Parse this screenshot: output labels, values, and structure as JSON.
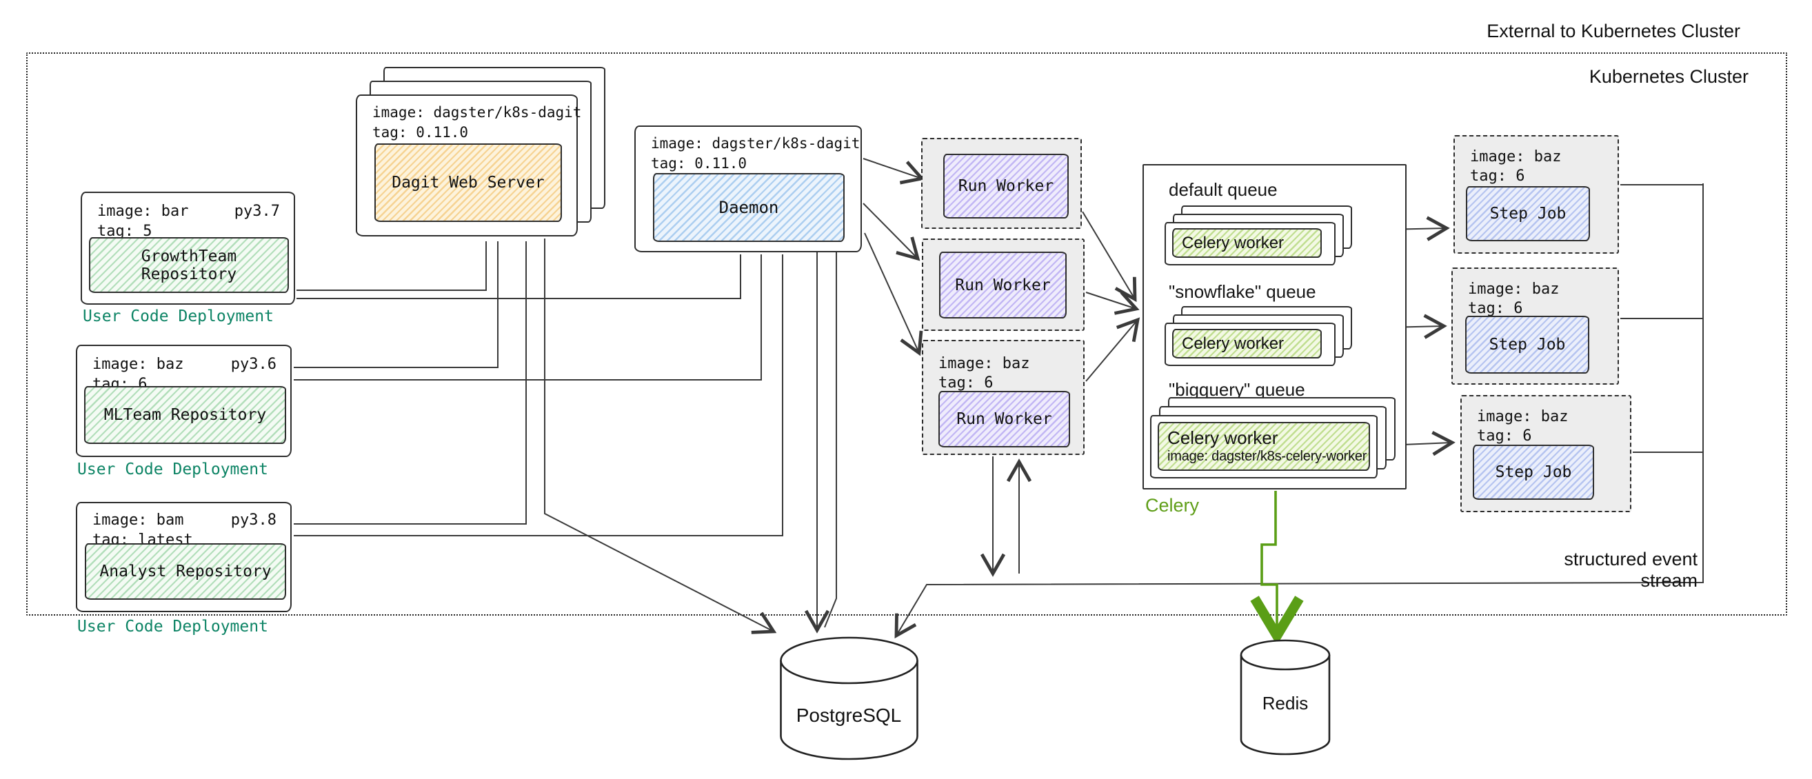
{
  "labels": {
    "external": "External to Kubernetes Cluster",
    "cluster": "Kubernetes Cluster",
    "event_stream": "structured event stream"
  },
  "user_code_deployments": [
    {
      "image": "image: bar",
      "tag": "tag: 5",
      "py": "py3.7",
      "repo": "GrowthTeam Repository",
      "caption": "User Code Deployment"
    },
    {
      "image": "image: baz",
      "tag": "tag: 6",
      "py": "py3.6",
      "repo": "MLTeam Repository",
      "caption": "User Code Deployment"
    },
    {
      "image": "image: bam",
      "tag": "tag: latest",
      "py": "py3.8",
      "repo": "Analyst Repository",
      "caption": "User Code Deployment"
    }
  ],
  "dagit": {
    "image": "image: dagster/k8s-dagit",
    "tag": "tag: 0.11.0",
    "label": "Dagit Web Server"
  },
  "daemon": {
    "image": "image: dagster/k8s-dagit",
    "tag": "tag: 0.11.0",
    "label": "Daemon"
  },
  "run_workers": [
    {
      "label": "Run Worker"
    },
    {
      "label": "Run Worker"
    },
    {
      "label": "Run Worker",
      "image": "image: baz",
      "tag": "tag: 6"
    }
  ],
  "celery": {
    "caption": "Celery",
    "queues": [
      {
        "name": "default queue",
        "worker": "Celery worker"
      },
      {
        "name": "\"snowflake\" queue",
        "worker": "Celery worker"
      },
      {
        "name": "\"bigquery\" queue",
        "worker": "Celery worker",
        "worker_image": "image: dagster/k8s-celery-worker"
      }
    ]
  },
  "step_jobs": [
    {
      "image": "image: baz",
      "tag": "tag: 6",
      "label": "Step Job"
    },
    {
      "image": "image: baz",
      "tag": "tag: 6",
      "label": "Step Job"
    },
    {
      "image": "image: baz",
      "tag": "tag: 6",
      "label": "Step Job"
    }
  ],
  "databases": {
    "postgres": "PostgreSQL",
    "redis": "Redis"
  },
  "colors": {
    "repo_hatch": "#7cc78b",
    "dagit_hatch": "#f0b855",
    "daemon_hatch": "#76aee6",
    "run_worker_hatch": "#9480eb",
    "step_job_hatch": "#8099e6",
    "celery_worker_hatch": "#9ecc58",
    "user_code_text": "#0d8465",
    "celery_text": "#5f9e18",
    "container_gray": "#ededed",
    "line": "#3a3a3a",
    "green_arrow": "#5a9e16"
  }
}
